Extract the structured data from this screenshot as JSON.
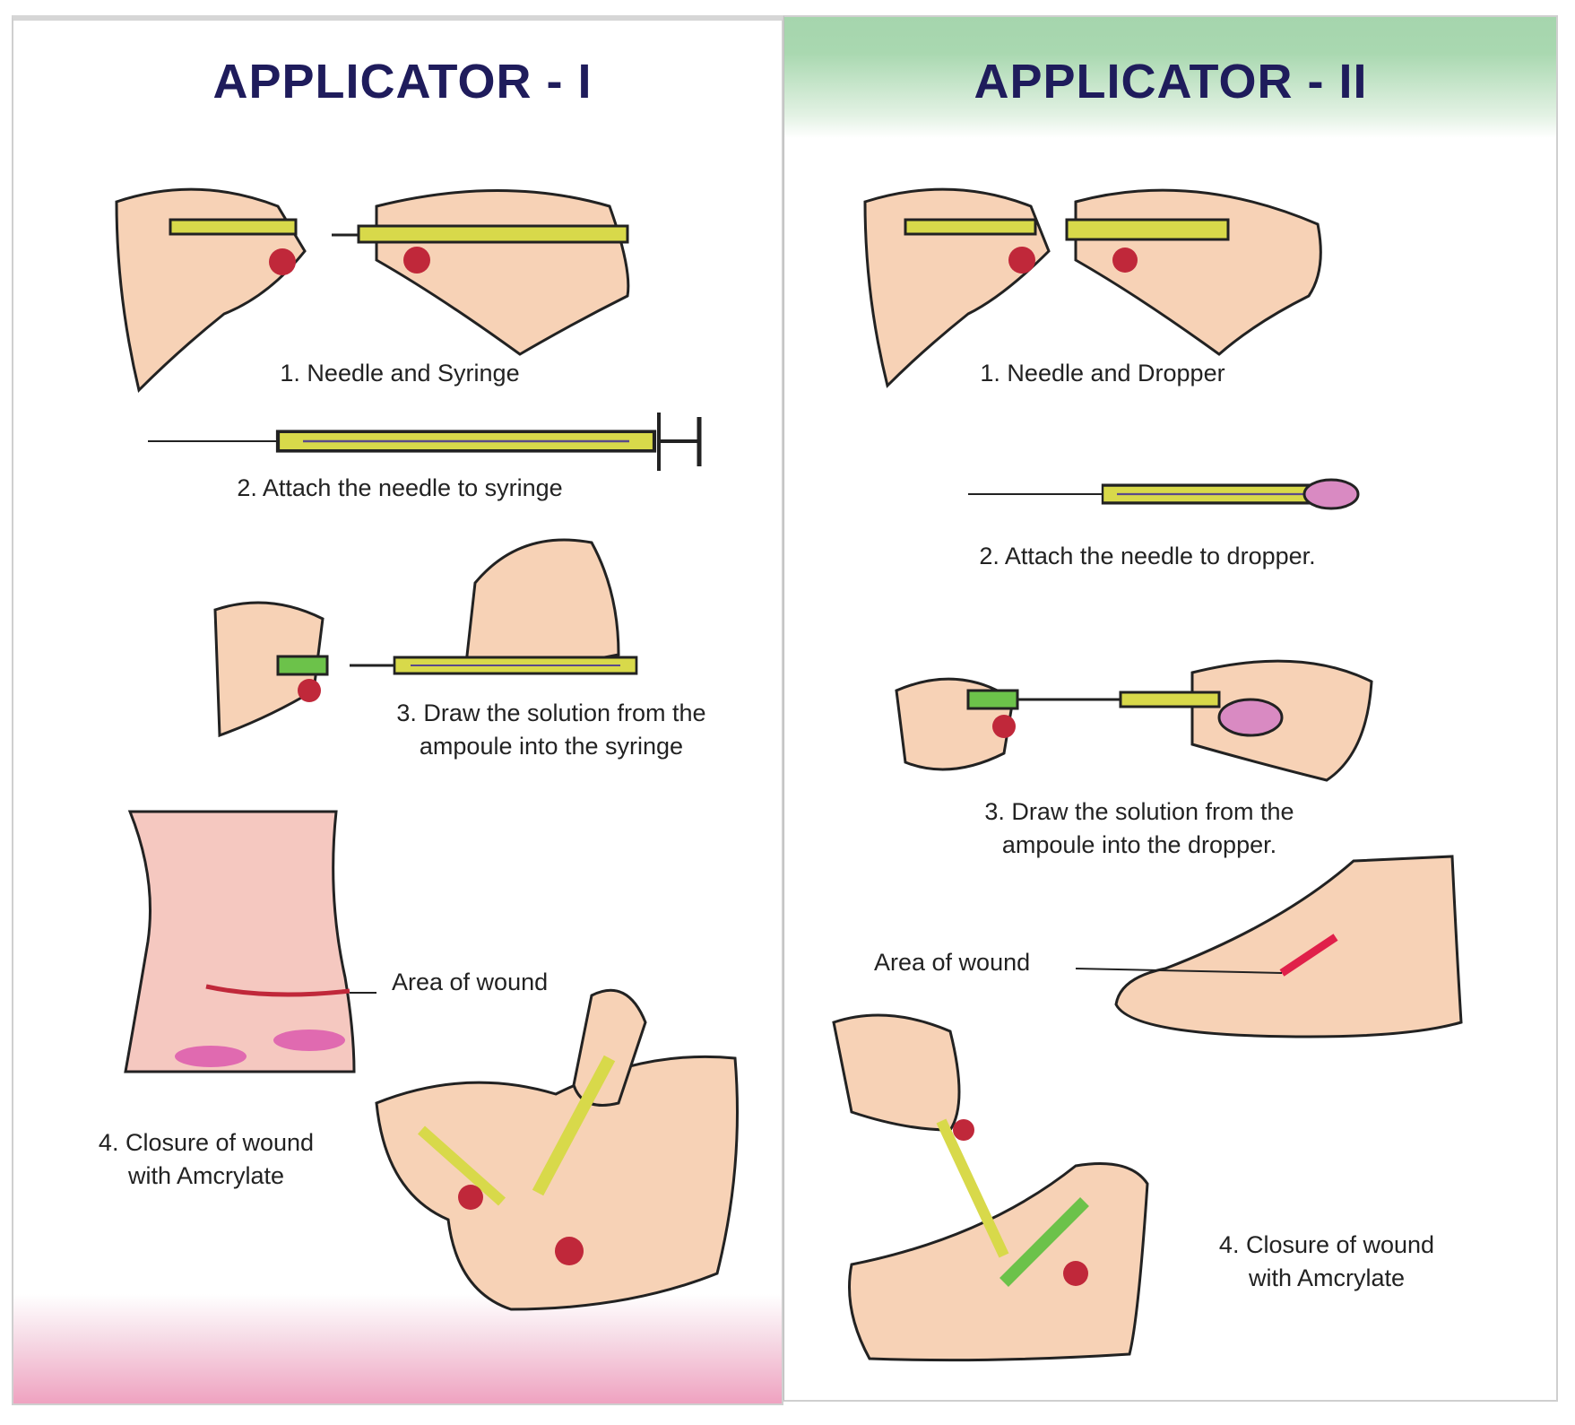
{
  "applicator_1": {
    "title": "APPLICATOR - I",
    "steps": {
      "step1": "1. Needle and Syringe",
      "step2": "2. Attach the needle to syringe",
      "step3_line1": "3. Draw the solution from the",
      "step3_line2": "ampoule into the syringe",
      "area_label": "Area of wound",
      "step4_line1": "4. Closure of wound",
      "step4_line2": "with Amcrylate"
    }
  },
  "applicator_2": {
    "title": "APPLICATOR - II",
    "steps": {
      "step1": "1. Needle and Dropper",
      "step2": "2. Attach the needle to dropper.",
      "step3_line1": "3. Draw the solution from the",
      "step3_line2": "ampoule into the dropper.",
      "area_label": "Area of wound",
      "step4_line1": "4. Closure of wound",
      "step4_line2": "with Amcrylate"
    }
  },
  "colors": {
    "title": "#1f1c5c",
    "skin": "#f7d2b6",
    "syringe": "#d8d94a",
    "cap_red": "#c0283a",
    "wound": "#e0204a",
    "header_green": "#a5d5ad",
    "footer_pink": "#ee9cbc"
  }
}
